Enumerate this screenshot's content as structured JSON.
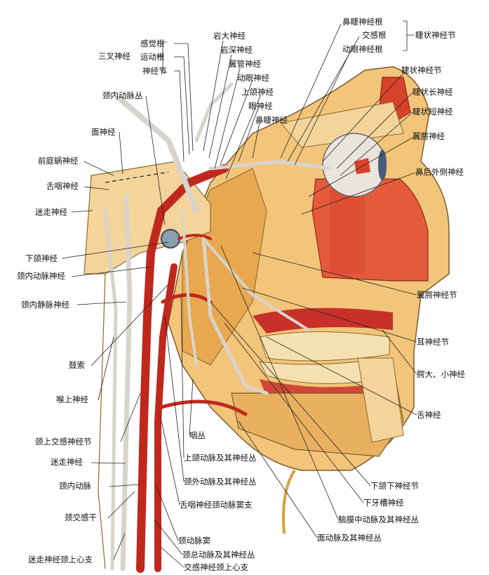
{
  "group_trigeminal": "三叉神经",
  "group_ciliary": "睫状神经节",
  "labels": {
    "l1": "感觉根",
    "l2": "运动根",
    "l3": "神经节",
    "l4": "岩大神经",
    "l5": "岩深神经",
    "l6": "翼管神经",
    "l7": "动眼神经",
    "l8": "上颌神经",
    "l9": "眼神经",
    "l10": "鼻睫神经",
    "l11": "鼻睫神经根",
    "l12": "交感根",
    "l13": "动眼神经根",
    "l14": "睫状神经节",
    "l15": "睫状长神经",
    "l16": "睫状短神经",
    "l17": "翼腭神经",
    "l18": "鼻后外侧神经",
    "l19": "颈内动脉丛",
    "l20": "面神经",
    "l21": "前庭蜗神经",
    "l22": "舌咽神经",
    "l23": "迷走神经",
    "l24": "下颌神经",
    "l25": "颈内动脉神经",
    "l26": "颈内静脉神经",
    "l27": "鼓索",
    "l28": "喉上神经",
    "l29": "颈上交感神经节",
    "l30": "迷走神经",
    "l31": "颈内动脉",
    "l32": "颈交感干",
    "l33": "迷走神经颈上心支",
    "l34": "翼腭神经节",
    "l35": "耳神经节",
    "l36": "腭大、小神经",
    "l37": "舌神经",
    "l38": "咽丛",
    "l39": "上颌动脉及其神经丛",
    "l40": "颈外动脉及其神经丛",
    "l41": "舌咽神经颈动脉窦支",
    "l42": "颈动脉窦",
    "l43": "颈总动脉及其神经丛",
    "l44": "交感神经颈上心支",
    "l45": "下颌下神经节",
    "l46": "下牙槽神经",
    "l47": "脑膜中动脉及其神经丛",
    "l48": "面动脉及其神经丛"
  }
}
